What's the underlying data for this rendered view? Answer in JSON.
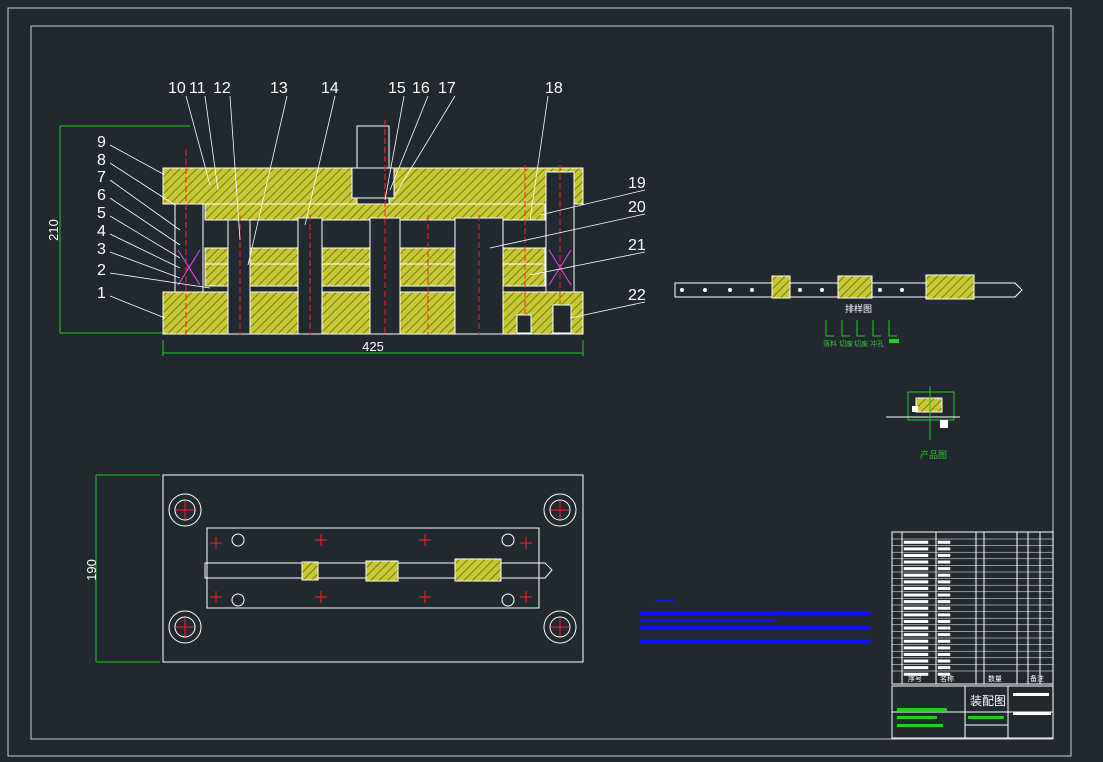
{
  "drawing": {
    "part_numbers": [
      "1",
      "2",
      "3",
      "4",
      "5",
      "6",
      "7",
      "8",
      "9",
      "10",
      "11",
      "12",
      "13",
      "14",
      "15",
      "16",
      "17",
      "18",
      "19",
      "20",
      "21",
      "22"
    ],
    "dimensions": {
      "height_front": "210",
      "width_front": "425",
      "height_plan": "190"
    },
    "strip_layout_label": "排样图",
    "strip_step_labels": [
      "落料",
      "切废",
      "切废",
      "冲孔",
      ""
    ],
    "product_label": "产品图",
    "title_block_label": "装配图",
    "title_block_headers": [
      "序号",
      "名称",
      "数量",
      "备注"
    ]
  },
  "colors": {
    "background": "#212830",
    "line": "#ffffff",
    "hatch": "#c8c832",
    "dim_green": "#22cc22",
    "centerline_red": "#ff2020",
    "pink": "#ff40ff",
    "blue_note": "#1010ff"
  }
}
